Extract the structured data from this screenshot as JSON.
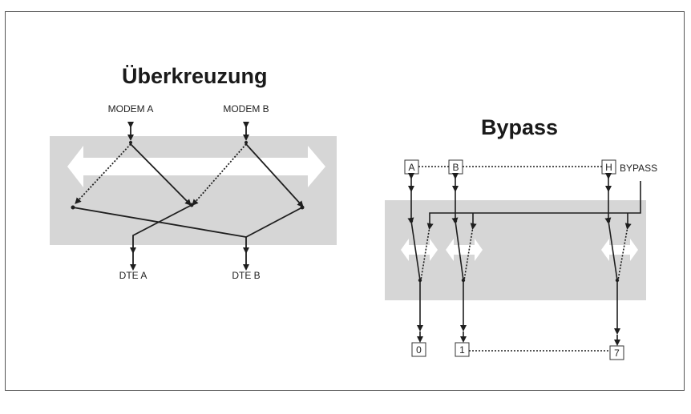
{
  "crossover": {
    "title": "Überkreuzung",
    "modem_a": "MODEM A",
    "modem_b": "MODEM B",
    "dte_a": "DTE A",
    "dte_b": "DTE B"
  },
  "bypass": {
    "title": "Bypass",
    "box_a": "A",
    "box_b": "B",
    "box_h": "H",
    "bypass_label": "BYPASS",
    "box_0": "0",
    "box_1": "1",
    "box_7": "7"
  },
  "colors": {
    "panel_gray": "#d6d6d6",
    "line": "#1e1e1e"
  }
}
